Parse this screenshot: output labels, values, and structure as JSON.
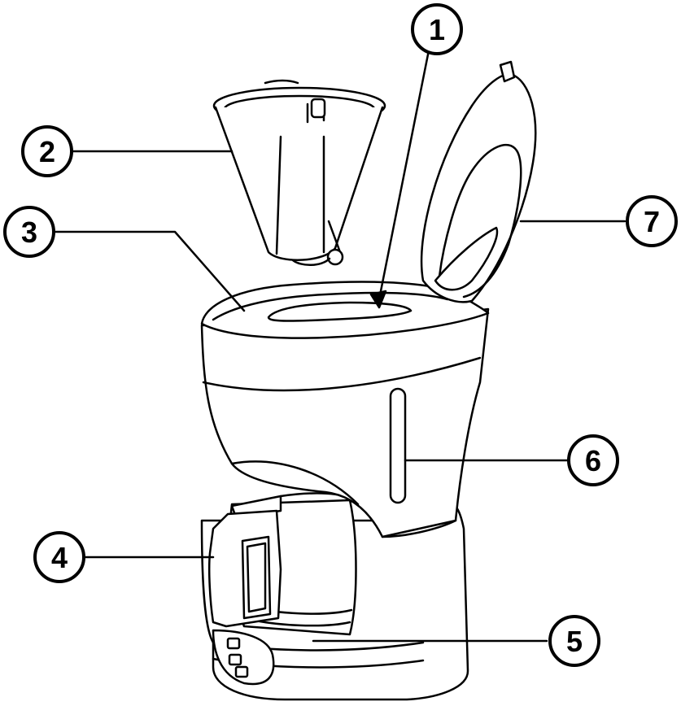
{
  "callouts": [
    {
      "id": "1",
      "label": "1"
    },
    {
      "id": "2",
      "label": "2"
    },
    {
      "id": "3",
      "label": "3"
    },
    {
      "id": "4",
      "label": "4"
    },
    {
      "id": "5",
      "label": "5"
    },
    {
      "id": "6",
      "label": "6"
    },
    {
      "id": "7",
      "label": "7"
    }
  ],
  "colors": {
    "stroke": "#000000",
    "background": "#ffffff"
  }
}
